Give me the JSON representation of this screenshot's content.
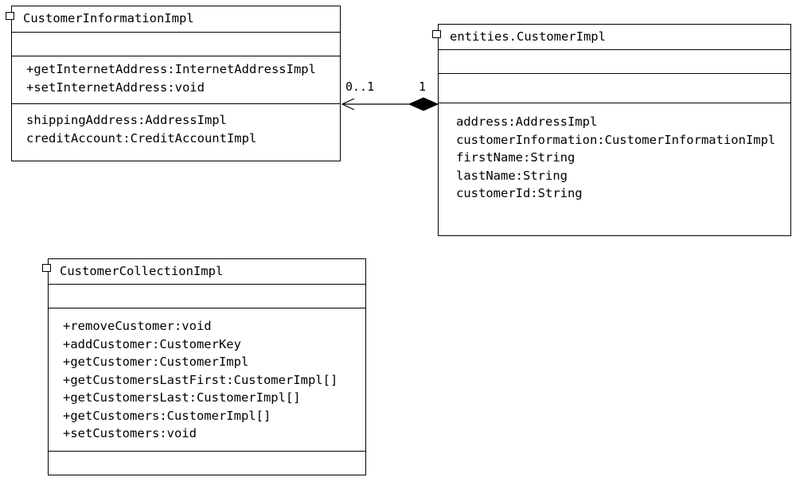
{
  "diagram": {
    "classes": {
      "customer_information_impl": {
        "name": "CustomerInformationImpl",
        "operations": [
          "+getInternetAddress:InternetAddressImpl",
          "+setInternetAddress:void"
        ],
        "attributes": [
          "shippingAddress:AddressImpl",
          "creditAccount:CreditAccountImpl"
        ]
      },
      "customer_impl": {
        "name": "entities.CustomerImpl",
        "attributes": [
          "address:AddressImpl",
          "customerInformation:CustomerInformationImpl",
          "firstName:String",
          "lastName:String",
          "customerId:String"
        ]
      },
      "customer_collection_impl": {
        "name": "CustomerCollectionImpl",
        "operations": [
          "+removeCustomer:void",
          "+addCustomer:CustomerKey",
          "+getCustomer:CustomerImpl",
          "+getCustomersLastFirst:CustomerImpl[]",
          "+getCustomersLast:CustomerImpl[]",
          "+getCustomers:CustomerImpl[]",
          "+setCustomers:void"
        ]
      }
    },
    "association": {
      "source_multiplicity": "0..1",
      "target_multiplicity": "1",
      "kind": "composition"
    }
  }
}
